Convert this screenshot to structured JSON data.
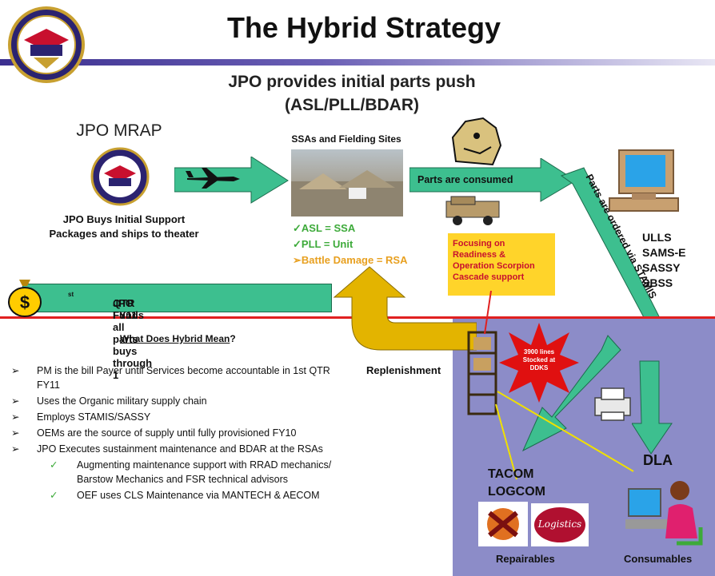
{
  "header": {
    "title": "The Hybrid Strategy"
  },
  "subtitle": {
    "line1": "JPO provides initial parts push",
    "line2": "(ASL/PLL/BDAR)"
  },
  "jpo": {
    "name": "JPO MRAP",
    "description_line1": "JPO Buys Initial Support",
    "description_line2": "Packages and ships to theater"
  },
  "ssa": {
    "title": "SSAs and Fielding Sites",
    "codes": [
      {
        "mark": "✓",
        "text": "ASL = SSA"
      },
      {
        "mark": "✓",
        "text": "PLL = Unit"
      },
      {
        "mark": "➢",
        "text": "Battle Damage = RSA"
      }
    ]
  },
  "flows": {
    "consumed": "Parts are consumed",
    "ordered": "Parts are ordered via STAMIS",
    "replenishment": "Replenishment",
    "funds_prefix": "JPO Funds all parts buys through 1",
    "funds_sup": "st",
    "funds_suffix": " QTR FY11"
  },
  "systems": [
    "ULLS",
    "SAMS-E",
    "SASSY",
    "SBSS"
  ],
  "focus_box": {
    "line1": "Focusing on",
    "line2": "Readiness &",
    "line3": "Operation Scorpion",
    "line4": "Cascade support"
  },
  "burst": {
    "line1": "3900 lines",
    "line2": "Stocked at",
    "line3": "DDKS"
  },
  "bottom_right": {
    "tacom_line1": "TACOM",
    "tacom_line2": "LOGCOM",
    "dla": "DLA",
    "repairables": "Repairables",
    "consumables": "Consumables",
    "logistics_logo_text": "Logistics"
  },
  "what_hybrid": {
    "underlined": "What Does Hybrid Mean",
    "suffix": "?"
  },
  "bullets": [
    {
      "level": 1,
      "mark": "➢",
      "text": "PM is the bill Payer until Services become accountable in 1st QTR FY11"
    },
    {
      "level": 1,
      "mark": "➢",
      "text": "Uses the Organic military supply chain"
    },
    {
      "level": 1,
      "mark": "➢",
      "text": "Employs STAMIS/SASSY"
    },
    {
      "level": 1,
      "mark": "➢",
      "text": "OEMs are the source of supply until fully provisioned FY10"
    },
    {
      "level": 1,
      "mark": "➢",
      "text": "JPO Executes sustainment maintenance and BDAR at the RSAs"
    },
    {
      "level": 2,
      "mark": "✓",
      "text": "Augmenting maintenance support with RRAD mechanics/ Barstow Mechanics and FSR technical advisors"
    },
    {
      "level": 2,
      "mark": "✓",
      "text": "OEF uses CLS Maintenance via MANTECH & AECOM"
    }
  ],
  "colors": {
    "arrow_green": "#3dbf8f",
    "replenish_gold": "#e3b400",
    "purple_panel": "#8c8cc8",
    "red_line": "#e02020",
    "accent_blue": "#3b2f8f"
  }
}
